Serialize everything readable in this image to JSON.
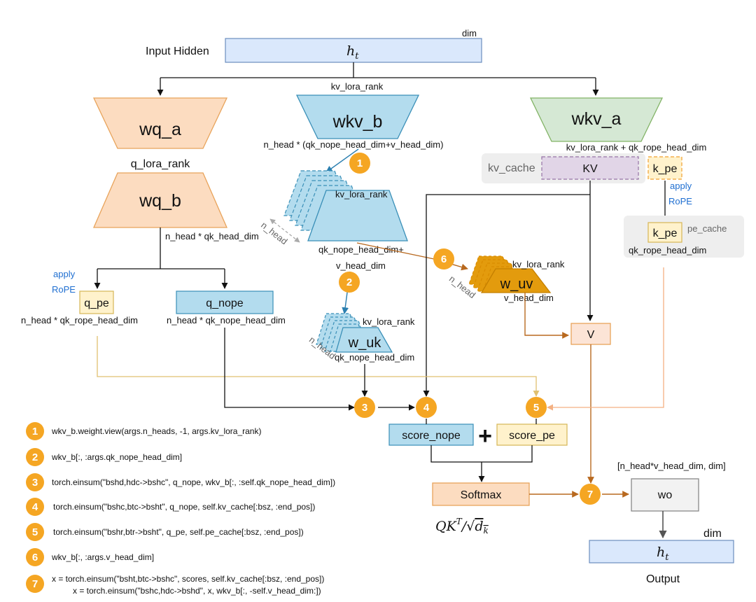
{
  "input": {
    "label": "Input Hidden",
    "var": "h_t",
    "dim": "dim"
  },
  "wq_a": {
    "label": "wq_a",
    "out": "q_lora_rank"
  },
  "wq_b": {
    "label": "wq_b",
    "out": "n_head * qk_head_dim"
  },
  "wkv_b": {
    "label": "wkv_b",
    "in": "kv_lora_rank",
    "out": "n_head * (qk_nope_head_dim+v_head_dim)"
  },
  "wkv_a": {
    "label": "wkv_a",
    "out": "kv_lora_rank + qk_rope_head_dim"
  },
  "kv_cache": {
    "label": "kv_cache",
    "box": "KV"
  },
  "k_pe_top": {
    "label": "k_pe",
    "apply": "apply",
    "rope": "RoPE"
  },
  "pe_cache": {
    "label": "pe_cache",
    "box": "k_pe",
    "dim": "qk_rope_head_dim"
  },
  "stack1": {
    "rank": "kv_lora_rank",
    "nhead": "n_head",
    "out1": "qk_nope_head_dim+",
    "out2": "v_head_dim"
  },
  "w_uv": {
    "label": "w_uv",
    "rank": "kv_lora_rank",
    "nhead": "n_head",
    "out": "v_head_dim"
  },
  "w_uk": {
    "label": "w_uk",
    "rank": "kv_lora_rank",
    "nhead": "n_head",
    "out": "qk_nope_head_dim"
  },
  "q_pe": {
    "label": "q_pe",
    "apply": "apply",
    "rope": "RoPE",
    "dim": "n_head * qk_rope_head_dim"
  },
  "q_nope": {
    "label": "q_nope",
    "dim": "n_head * qk_nope_head_dim"
  },
  "v": {
    "label": "V"
  },
  "score_nope": {
    "label": "score_nope"
  },
  "plus": "+",
  "score_pe": {
    "label": "score_pe"
  },
  "softmax": {
    "label": "Softmax",
    "formula": "QK^T/√d_k"
  },
  "wo": {
    "label": "wo",
    "dim": "[n_head*v_head_dim, dim]"
  },
  "output": {
    "var": "h_t",
    "dim": "dim",
    "label": "Output"
  },
  "badges": [
    "1",
    "2",
    "3",
    "4",
    "5",
    "6",
    "7"
  ],
  "legend": [
    {
      "num": "1",
      "lines": [
        "wkv_b.weight.view(args.n_heads, -1, args.kv_lora_rank)"
      ]
    },
    {
      "num": "2",
      "lines": [
        "wkv_b[:, :args.qk_nope_head_dim]"
      ]
    },
    {
      "num": "3",
      "lines": [
        "torch.einsum(\"bshd,hdc->bshc\", q_nope, wkv_b[:, :self.qk_nope_head_dim])"
      ]
    },
    {
      "num": "4",
      "lines": [
        "torch.einsum(\"bshc,btc->bsht\", q_nope, self.kv_cache[:bsz, :end_pos])"
      ]
    },
    {
      "num": "5",
      "lines": [
        "torch.einsum(\"bshr,btr->bsht\", q_pe, self.pe_cache[:bsz, :end_pos])"
      ]
    },
    {
      "num": "6",
      "lines": [
        "wkv_b[:, :args.v_head_dim]"
      ]
    },
    {
      "num": "7",
      "lines": [
        "x = torch.einsum(\"bsht,btc->bshc\", scores, self.kv_cache[:bsz, :end_pos])",
        "x = torch.einsum(\"bshc,hdc->bshd\", x, wkv_b[:, -self.v_head_dim:])"
      ]
    }
  ],
  "colors": {
    "blue_fill": "#b3dcee",
    "blue_stroke": "#3a8fb7",
    "orange_fill": "#fcdcc0",
    "orange_stroke": "#e8a35a",
    "green_fill": "#d5e8d4",
    "green_stroke": "#82b366",
    "purple_fill": "#e1d5e7",
    "purple_stroke": "#9673a6",
    "yellow_fill": "#fff2cc",
    "yellow_stroke": "#d6b656",
    "badge": "#f5a623",
    "dark_orange": "#e39b0d",
    "brown_arrow": "#b8691f"
  }
}
